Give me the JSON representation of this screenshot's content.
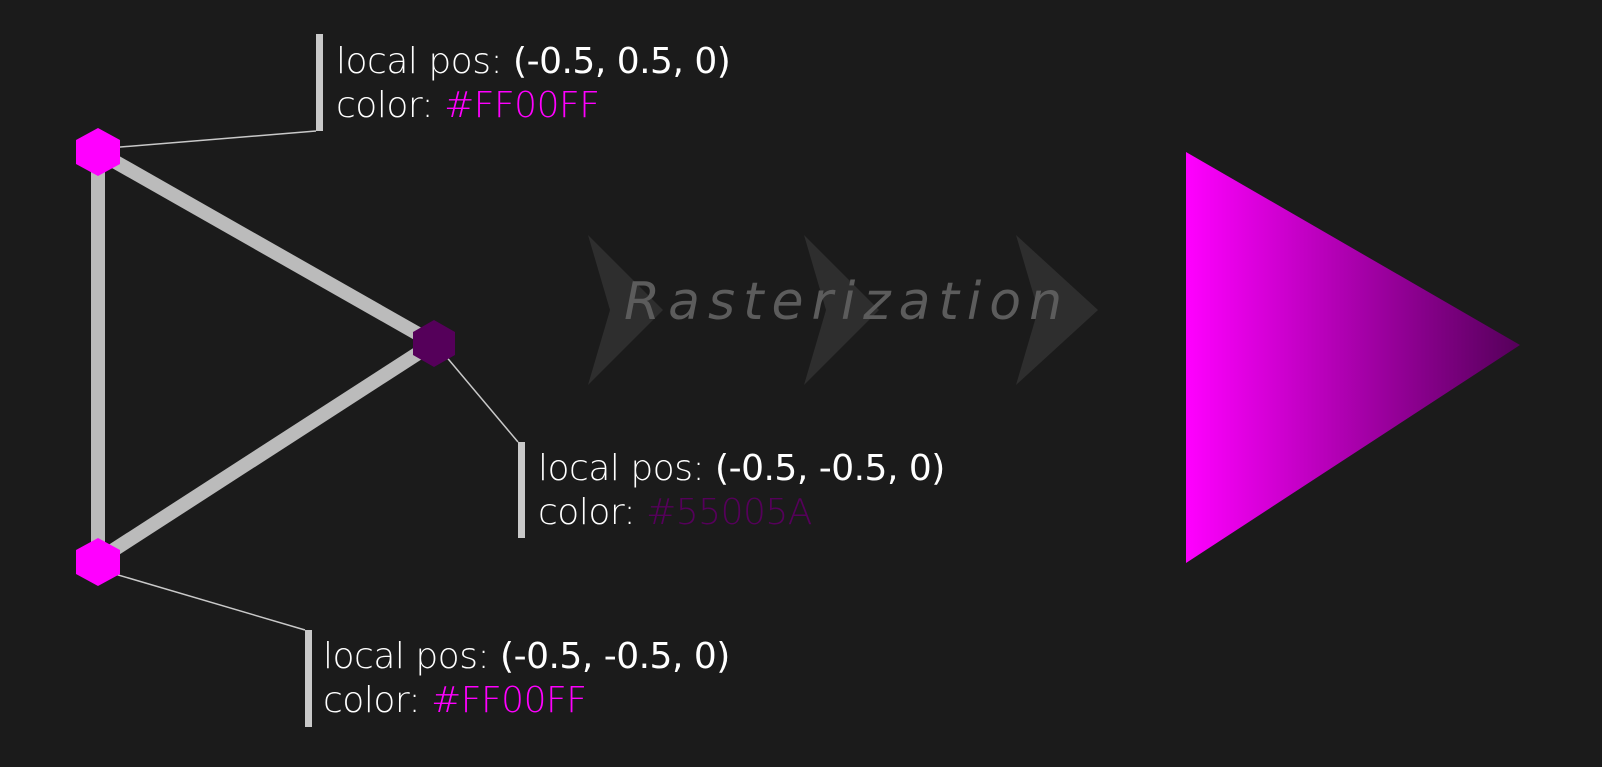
{
  "vertices": [
    {
      "id": "top",
      "label_prefix": "local pos: ",
      "pos": "(-0.5, 0.5, 0)",
      "color_prefix": "color: ",
      "color": "#FF00FF"
    },
    {
      "id": "right",
      "label_prefix": "local pos: ",
      "pos": "(-0.5, -0.5, 0)",
      "color_prefix": "color: ",
      "color": "#55005A"
    },
    {
      "id": "bottom",
      "label_prefix": "local pos: ",
      "pos": "(-0.5, -0.5, 0)",
      "color_prefix": "color: ",
      "color": "#FF00FF"
    }
  ],
  "process_label": "Rasterization",
  "colors": {
    "background": "#1b1b1b",
    "edge": "#bbbbbb",
    "chevron": "#2e2e2e",
    "process_text": "#5c5c5c",
    "gradient_start": "#FF00FF",
    "gradient_end": "#55005A"
  }
}
